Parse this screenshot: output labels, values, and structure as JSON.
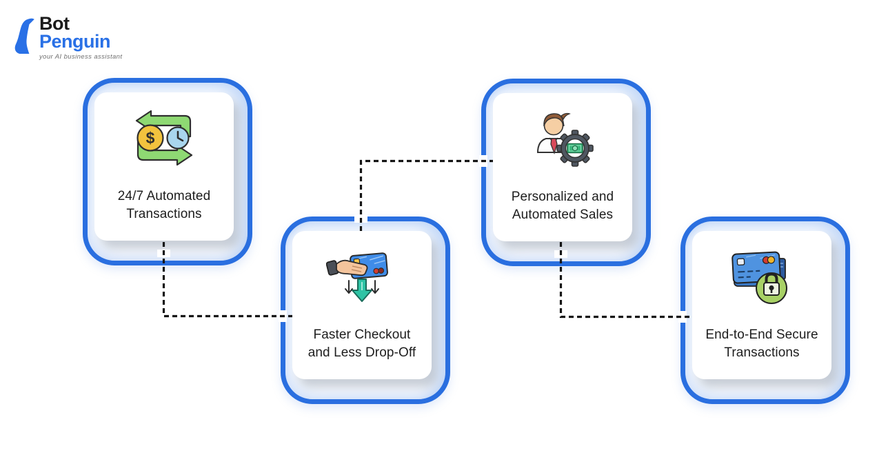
{
  "logo": {
    "brand_top": "Bot",
    "brand_bottom": "Penguin",
    "tagline": "your AI business assistant",
    "icon": "penguin-icon",
    "brand_top_color": "#1b1b1b",
    "brand_bottom_color": "#2970e6"
  },
  "cards": [
    {
      "id": "automated-transactions",
      "icon": "money-time-exchange-icon",
      "line1": "24/7 Automated",
      "line2": "Transactions"
    },
    {
      "id": "faster-checkout",
      "icon": "hand-credit-card-arrows-icon",
      "line1": "Faster Checkout",
      "line2": "and Less Drop-Off"
    },
    {
      "id": "personalized-sales",
      "icon": "salesperson-gear-money-icon",
      "line1": "Personalized and",
      "line2": "Automated Sales"
    },
    {
      "id": "secure-transactions",
      "icon": "credit-card-lock-icon",
      "line1": "End-to-End Secure",
      "line2": "Transactions"
    }
  ],
  "colors": {
    "card_border_blue": "#2a6fe0",
    "connector_black": "#141414",
    "text_dark": "#1d1d1d",
    "arrow_green": "#8ed973",
    "coin_yellow": "#f2c33e",
    "clock_blue": "#a9d6ee",
    "checkout_teal": "#2ec4a5",
    "card_blue": "#4f93e0",
    "lock_green": "#a8d166"
  }
}
